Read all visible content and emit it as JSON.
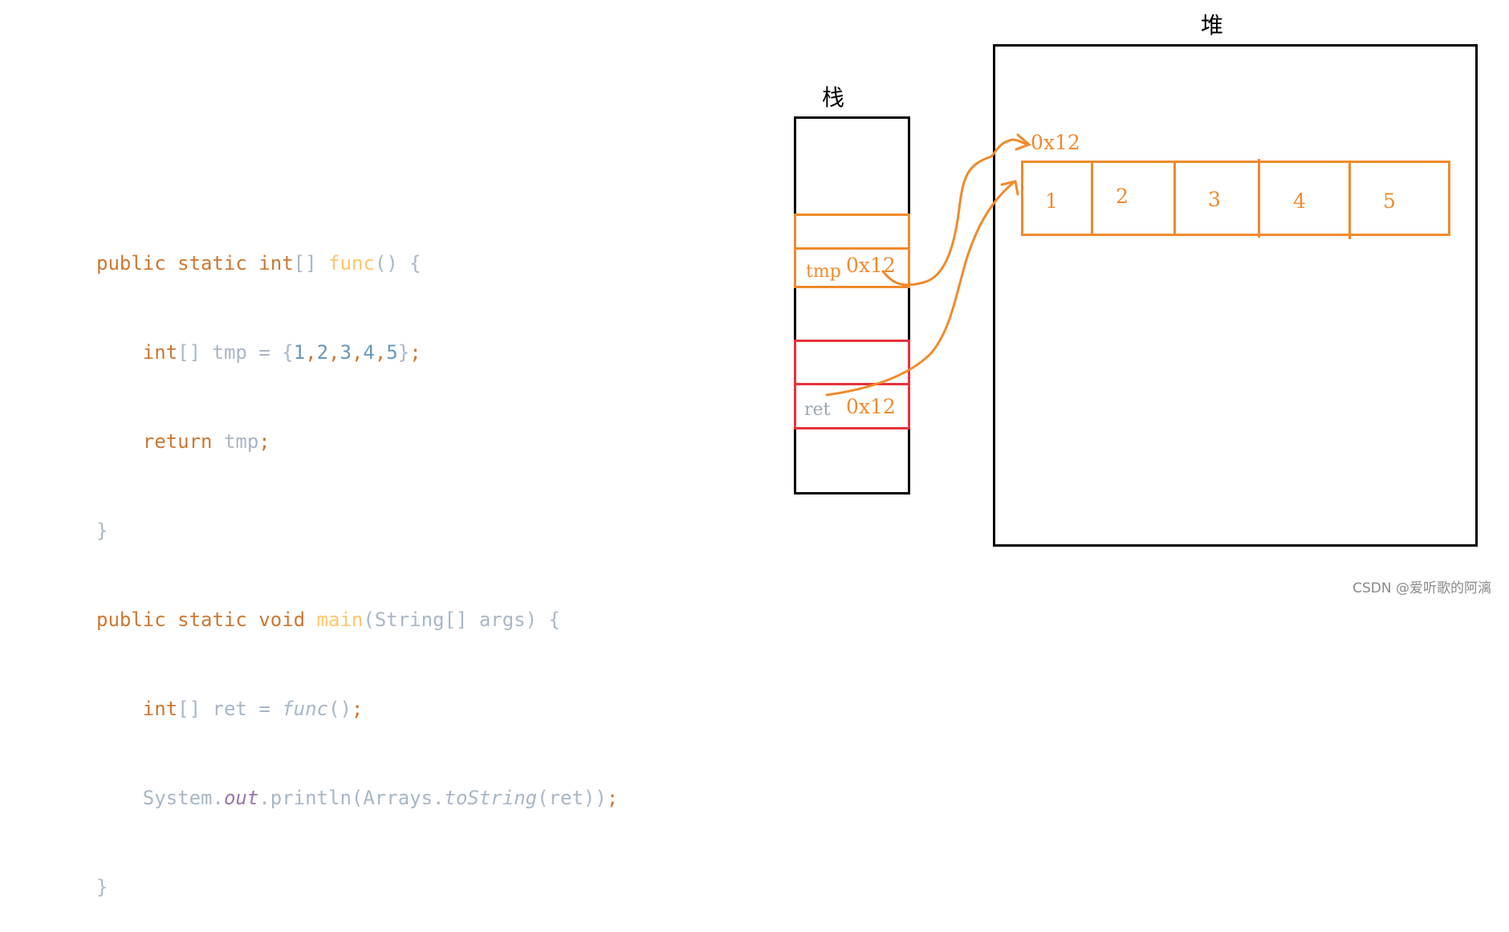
{
  "code": {
    "line1": {
      "kw": "public static ",
      "type": "int",
      "brackets": "[] ",
      "name": "func",
      "rest": "() {"
    },
    "line2": {
      "indent": "    ",
      "type": "int",
      "brackets": "[] ",
      "var": "tmp = ",
      "open": "{",
      "n1": "1",
      "c1": ",",
      "n2": "2",
      "c2": ",",
      "n3": "3",
      "c3": ",",
      "n4": "4",
      "c4": ",",
      "n5": "5",
      "close": "}",
      "semi": ";"
    },
    "line3": {
      "indent": "    ",
      "kw": "return",
      "rest": " tmp",
      "semi": ";"
    },
    "line4": {
      "text": "}"
    },
    "line5": {
      "kw": "public static void ",
      "name": "main",
      "rest": "(String[] args) {"
    },
    "line6": {
      "indent": "    ",
      "type": "int",
      "brackets": "[] ",
      "var": "ret = ",
      "call": "func",
      "rest": "()",
      "semi": ";"
    },
    "line7": {
      "indent": "    ",
      "a": "System.",
      "field": "out",
      "b": ".println(Arrays.",
      "call": "toString",
      "c": "(ret))",
      "semi": ";"
    },
    "line8": {
      "text": "}"
    }
  },
  "diagram": {
    "stack_label": "栈",
    "heap_label": "堆",
    "tmp_frame": {
      "name": "tmp",
      "value": "0x12"
    },
    "ret_frame": {
      "name": "ret",
      "value": "0x12"
    },
    "heap_address": "0x12",
    "array_values": [
      "1",
      "2",
      "3",
      "4",
      "5"
    ]
  },
  "colors": {
    "orange": "#f08a2c",
    "red": "#e8323a",
    "black": "#000000"
  },
  "watermark": "CSDN @爱听歌的阿漓"
}
